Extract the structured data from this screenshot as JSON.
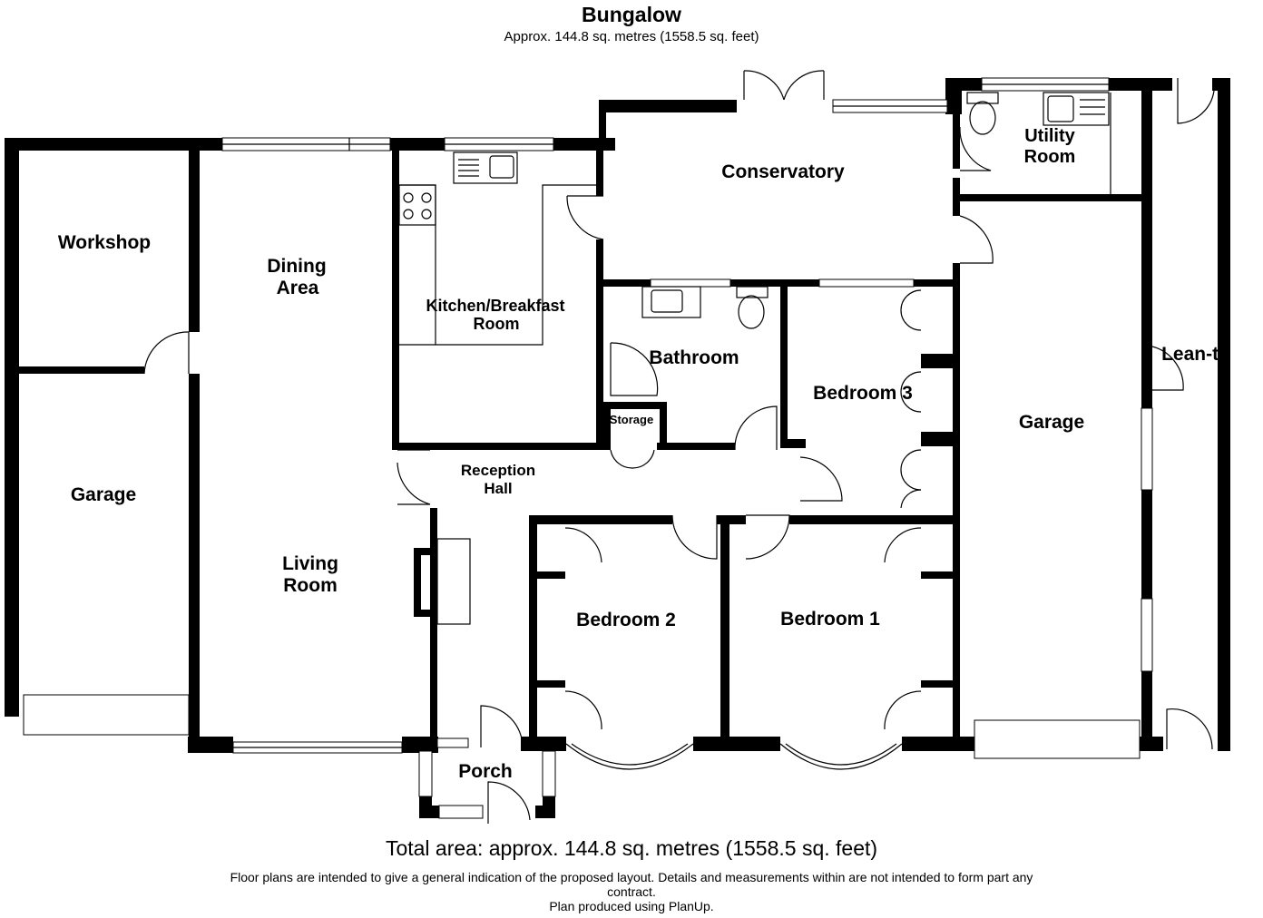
{
  "title": "Bungalow",
  "subtitle": "Approx. 144.8 sq. metres (1558.5 sq. feet)",
  "total_area": "Total area: approx. 144.8 sq. metres (1558.5 sq. feet)",
  "disclaimer": "Floor plans are intended to give a general indication of the proposed layout. Details and measurements within are not intended to form part any contract.",
  "credit": "Plan produced using PlanUp.",
  "rooms": {
    "workshop": "Workshop",
    "garage_left": "Garage",
    "dining_1": "Dining",
    "dining_2": "Area",
    "living_1": "Living",
    "living_2": "Room",
    "kitchen_1": "Kitchen/Breakfast",
    "kitchen_2": "Room",
    "conservatory": "Conservatory",
    "utility_1": "Utility",
    "utility_2": "Room",
    "bathroom": "Bathroom",
    "storage": "Storage",
    "bedroom3": "Bedroom 3",
    "reception_1": "Reception",
    "reception_2": "Hall",
    "bedroom2": "Bedroom 2",
    "bedroom1": "Bedroom 1",
    "garage_right": "Garage",
    "leanto": "Lean-to",
    "porch": "Porch"
  }
}
